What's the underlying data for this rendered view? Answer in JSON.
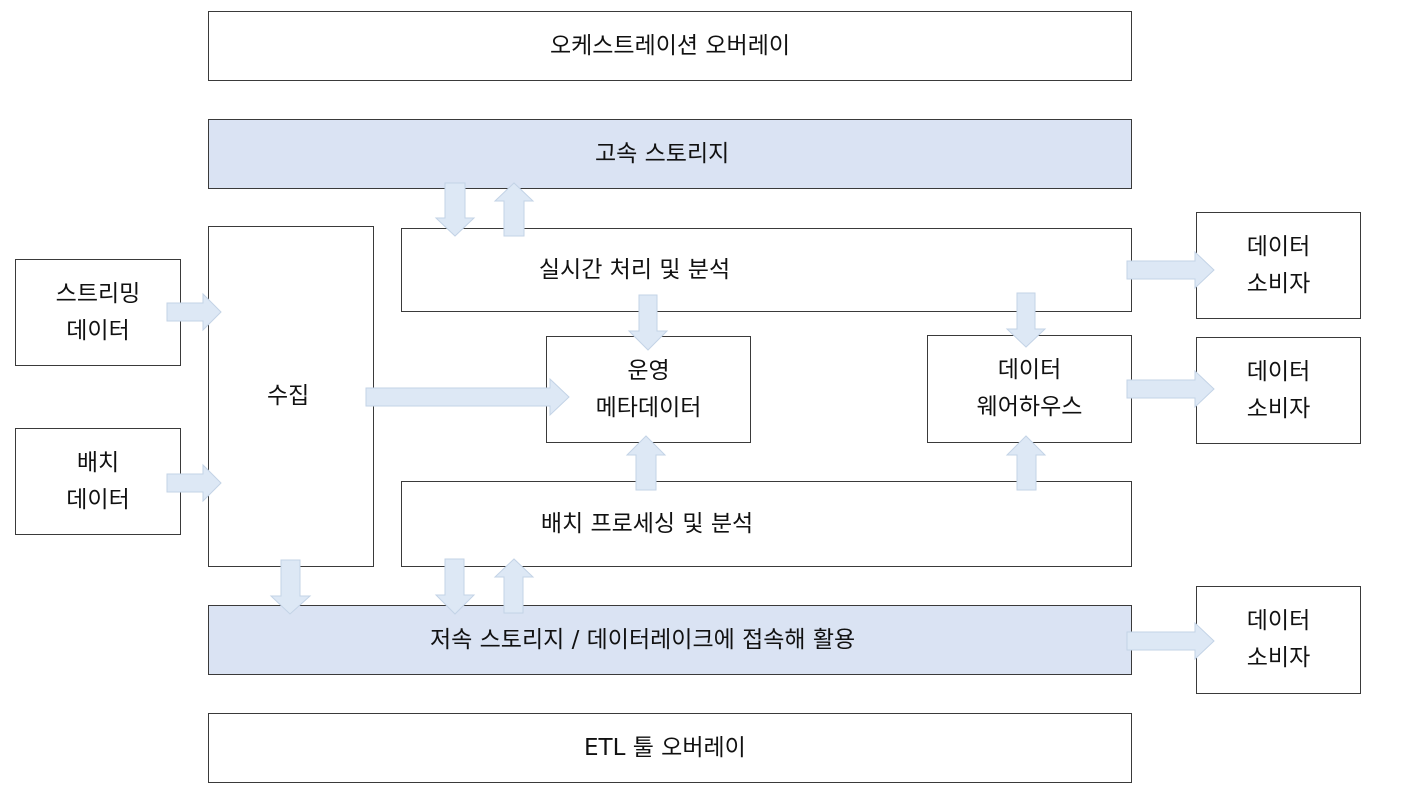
{
  "diagram": {
    "orchestration_overlay": "오케스트레이션 오버레이",
    "fast_storage": "고속 스토리지",
    "streaming_data": "스트리밍\n데이터",
    "batch_data": "배치\n데이터",
    "collection": "수집",
    "realtime_processing": "실시간 처리 및 분석",
    "operational_metadata": "운영\n메타데이터",
    "data_warehouse": "데이터\n웨어하우스",
    "batch_processing": "배치 프로세싱 및 분석",
    "slow_storage": "저속 스토리지 / 데이터레이크에 접속해 활용",
    "etl_overlay": "ETL 툴 오버레이",
    "consumer_1": "데이터\n소비자",
    "consumer_2": "데이터\n소비자",
    "consumer_3": "데이터\n소비자"
  },
  "colors": {
    "storage_fill": "#dae3f3",
    "arrow_fill": "#dde8f5",
    "border": "#3a3a3a"
  }
}
